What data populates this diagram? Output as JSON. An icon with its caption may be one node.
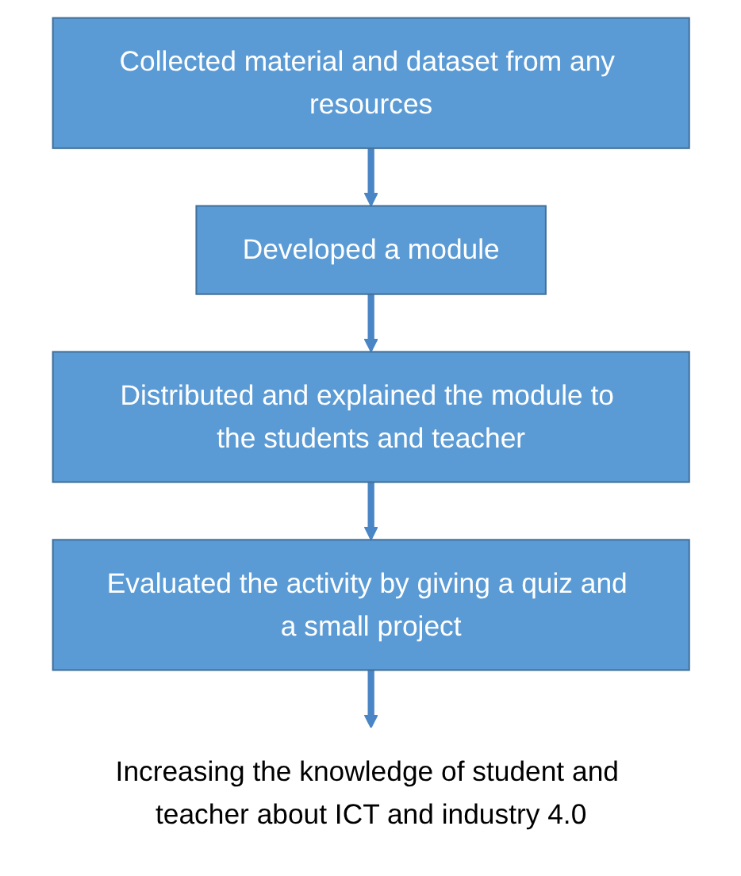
{
  "diagram": {
    "nodes": [
      {
        "text": [
          "Collected material and dataset from any resources"
        ]
      },
      {
        "text": [
          "Developed a module"
        ]
      },
      {
        "text": [
          "Distributed and explained the module to the students and teacher"
        ]
      },
      {
        "text": [
          "Evaluated the activity by giving a quiz and a small project"
        ]
      },
      {
        "text": [
          "Increasing the knowledge of student and teacher about ICT and industry 4.0"
        ]
      }
    ],
    "edges": [
      {
        "from": 0,
        "to": 1,
        "arrow": "to"
      },
      {
        "from": 1,
        "to": 2,
        "arrow": "to"
      },
      {
        "from": 2,
        "to": 3,
        "arrow": "to"
      },
      {
        "from": 3,
        "to": 4,
        "arrow": "to"
      }
    ]
  }
}
